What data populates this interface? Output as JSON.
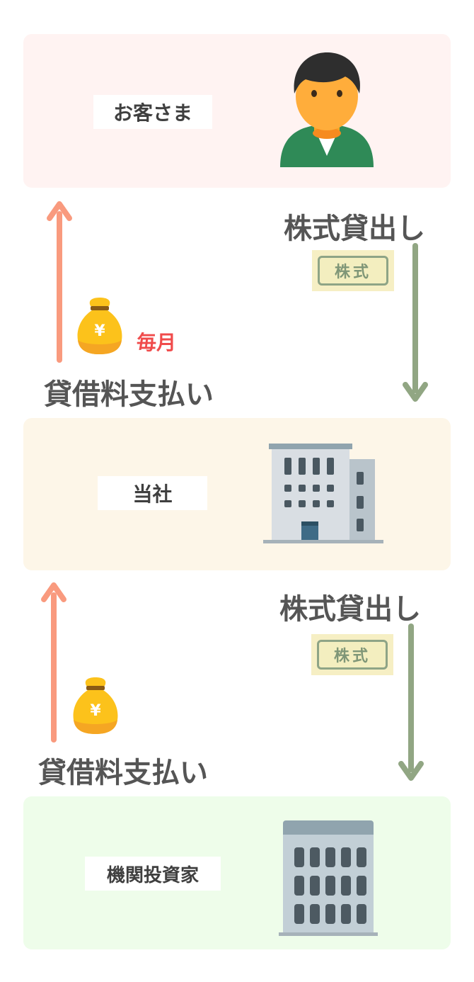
{
  "nodes": {
    "customer": {
      "label": "お客さま",
      "icon": "person-icon"
    },
    "company": {
      "label": "当社",
      "icon": "office-building-icon"
    },
    "investor": {
      "label": "機関投資家",
      "icon": "tall-building-icon"
    }
  },
  "flows": {
    "top": {
      "lend_label": "株式貸出し",
      "stock_tag": "株式",
      "payment_label": "貸借料支払い",
      "frequency": "毎月"
    },
    "bottom": {
      "lend_label": "株式貸出し",
      "stock_tag": "株式",
      "payment_label": "貸借料支払い"
    }
  },
  "colors": {
    "customer_bg": "#fff3f2",
    "company_bg": "#fdf6e8",
    "investor_bg": "#eefdea",
    "payment_arrow": "#f99a7e",
    "lend_arrow": "#91a683",
    "frequency_text": "#f04b4b",
    "money_bag": "#fcc21b"
  }
}
